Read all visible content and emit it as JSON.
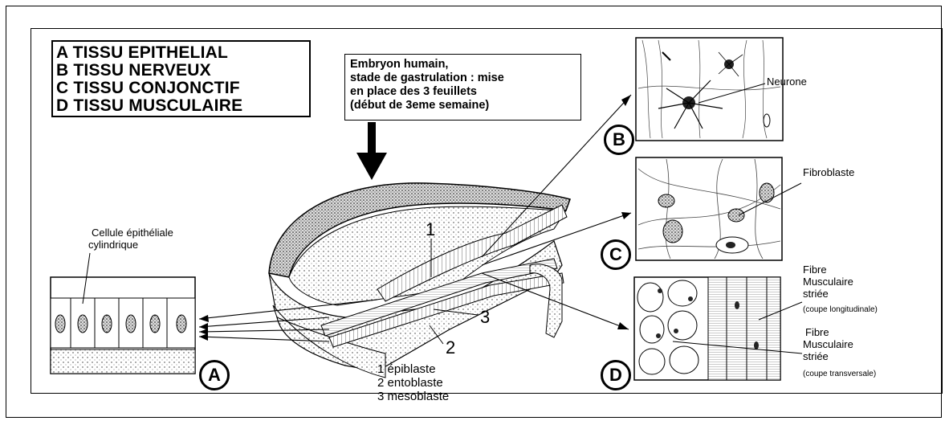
{
  "legend": {
    "lines": [
      "A TISSU EPITHELIAL",
      "B TISSU NERVEUX",
      "C TISSU CONJONCTIF",
      "D TISSU MUSCULAIRE"
    ]
  },
  "embryo_note": {
    "lines": [
      "Embryon humain,",
      "stade de gastrulation : mise",
      "en place des 3 feuillets",
      "(début de 3eme semaine)"
    ]
  },
  "labels": {
    "neurone": "Neurone",
    "fibroblaste": "Fibroblaste",
    "cellule_line1": "Cellule épithéliale",
    "cellule_line2": "cylindrique",
    "fibre_long_1": "Fibre",
    "fibre_long_2": "Musculaire",
    "fibre_long_3": "striée",
    "coupe_long": "(coupe longitudinale)",
    "fibre_trans_1": "Fibre",
    "fibre_trans_2": "Musculaire",
    "fibre_trans_3": "striée",
    "coupe_trans": "(coupe transversale)"
  },
  "numbers": {
    "n1": "1",
    "n2": "2",
    "n3": "3"
  },
  "key": {
    "l1": "1 épiblaste",
    "l2": "2 entoblaste",
    "l3": "3 mesoblaste"
  },
  "panels": {
    "a": "A",
    "b": "B",
    "c": "C",
    "d": "D"
  }
}
